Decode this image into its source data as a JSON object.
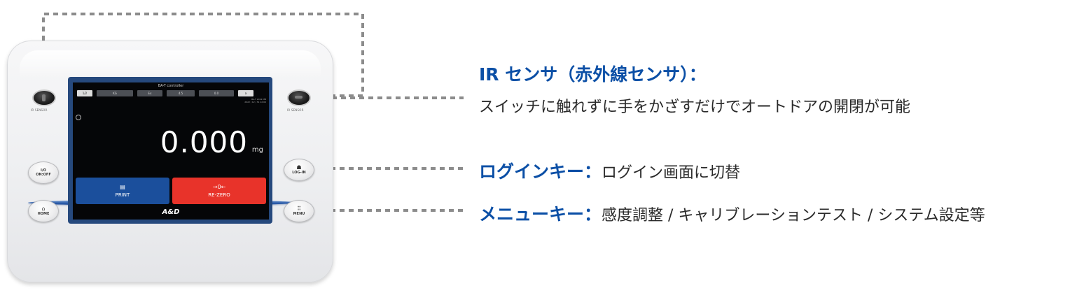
{
  "device": {
    "screen_title": "BA-T controller",
    "status_items": [
      "1/2",
      "KG",
      "Ex",
      "4.5",
      "0.0",
      "a"
    ],
    "timestamp_line1": "BA-T 2022 MB",
    "timestamp_line2": "2022 / 12 / 31  12:00",
    "weight_value": "0.000",
    "weight_unit": "mg",
    "print_label": "PRINT",
    "rezero_label": "RE-ZERO",
    "rezero_icon": "→0←",
    "brand_logo": "A&D",
    "sensor_label": "IR SENSOR",
    "onoff_label": "ON:OFF",
    "onoff_top": "I/O",
    "home_label": "HOME",
    "login_label": "LOG-IN",
    "menu_label": "MENU"
  },
  "callouts": {
    "ir_title": "IR センサ（赤外線センサ）：",
    "ir_desc": "スイッチに触れずに手をかざすだけでオートドアの開閉が可能",
    "login_title": "ログインキー：",
    "login_desc": "ログイン画面に切替",
    "menu_title": "メニューキー：",
    "menu_desc": "感度調整 / キャリブレーションテスト / システム設定等"
  },
  "colors": {
    "accent_blue": "#0b4fa6",
    "connector_gray": "#8c8c8c",
    "print_button": "#1b4f9c",
    "rezero_button": "#e8332a",
    "device_strip": "#2a5aa8"
  },
  "icons": {
    "print": "printer-icon",
    "rezero": "rezero-arrows-icon",
    "home": "home-icon",
    "login": "login-person-icon",
    "menu": "grid-menu-icon",
    "sensor": "ir-sensor-icon"
  }
}
